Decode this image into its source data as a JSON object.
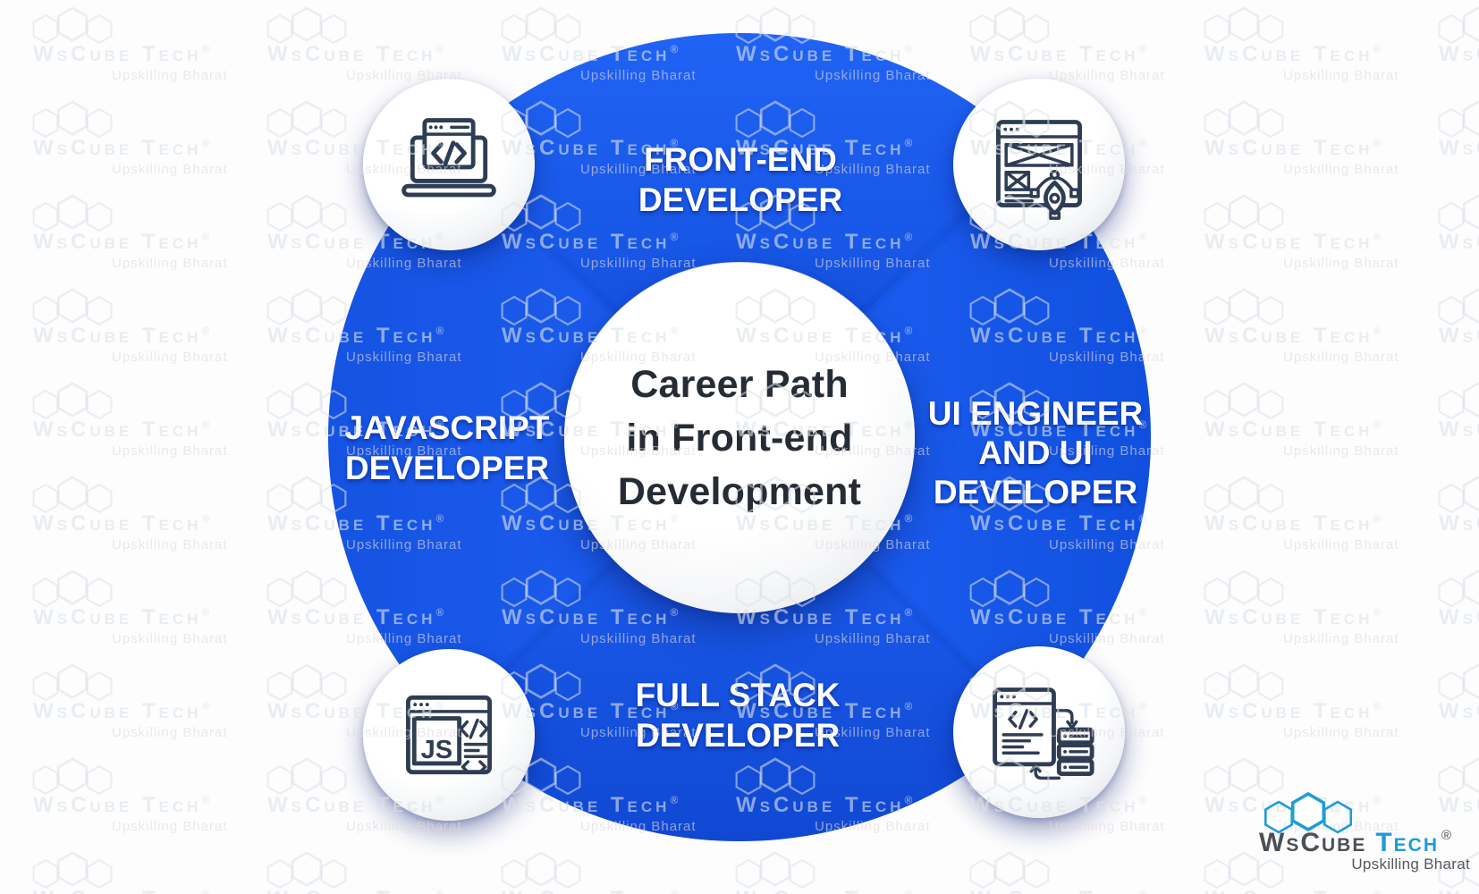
{
  "diagram": {
    "center_title_lines": [
      "Career Path",
      "in Front-end",
      "Development"
    ],
    "roles": [
      {
        "position": "top",
        "label_lines": [
          "FRONT-END",
          "DEVELOPER"
        ]
      },
      {
        "position": "right",
        "label_lines": [
          "UI ENGINEER",
          "AND UI",
          "DEVELOPER"
        ]
      },
      {
        "position": "bottom",
        "label_lines": [
          "FULL STACK",
          "DEVELOPER"
        ]
      },
      {
        "position": "left",
        "label_lines": [
          "JAVASCRIPT",
          "DEVELOPER"
        ]
      }
    ],
    "icons": [
      {
        "position": "top-left",
        "name": "laptop-code-icon"
      },
      {
        "position": "top-right",
        "name": "wireframe-pen-tool-icon"
      },
      {
        "position": "bottom-left",
        "name": "javascript-browser-icon",
        "js_label": "JS"
      },
      {
        "position": "bottom-right",
        "name": "fullstack-code-server-icon"
      }
    ],
    "colors": {
      "ring_blue": "#1657E7",
      "ring_crease": "#0B41C4",
      "label_text": "#FFFFFF",
      "title_text": "#262C35",
      "icon_stroke": "#2E3D54"
    }
  },
  "watermark": {
    "brand": "WsCube Tech",
    "registered": "®",
    "tagline": "Upskilling Bharat"
  },
  "logo": {
    "brand_word1": "WsCube",
    "brand_word2": "Tech",
    "registered": "®",
    "tagline": "Upskilling Bharat",
    "hex_blue": "#1E9CD8",
    "word1_color": "#4A5056",
    "tagline_color": "#54595F"
  }
}
